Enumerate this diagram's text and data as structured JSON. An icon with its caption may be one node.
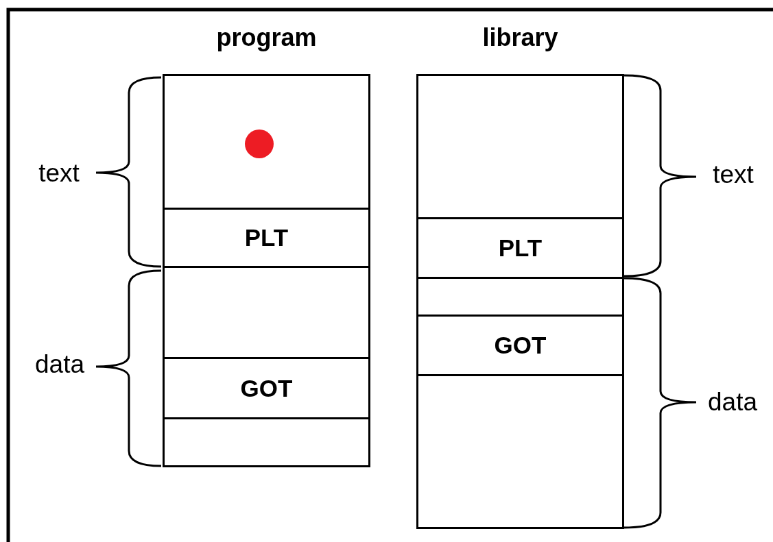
{
  "diagram": {
    "nodes": [
      {
        "text": [
          "program"
        ]
      },
      {
        "text": [],
        "shape": "box",
        "in": 0
      },
      {
        "text": [
          "PLT"
        ],
        "in": 0
      },
      {
        "text": [],
        "shape": "box",
        "in": 0
      },
      {
        "text": [
          "GOT"
        ],
        "in": 0
      },
      {
        "text": [],
        "shape": "box",
        "in": 0
      },
      {
        "text": [
          "library"
        ]
      },
      {
        "text": [],
        "shape": "box",
        "in": 6
      },
      {
        "text": [
          "PLT"
        ],
        "in": 6
      },
      {
        "text": [],
        "shape": "box",
        "in": 6
      },
      {
        "text": [
          "GOT"
        ],
        "in": 6
      },
      {
        "text": [],
        "shape": "box",
        "in": 6
      }
    ],
    "labels": [
      "text",
      "text",
      "data",
      "data"
    ]
  }
}
